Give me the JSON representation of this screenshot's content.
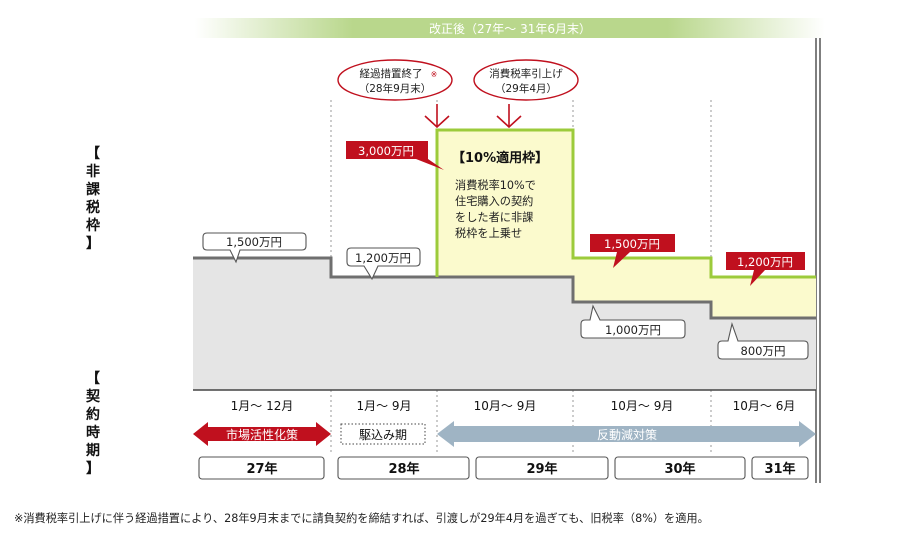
{
  "header_band": {
    "text": "改正後（27年〜 31年6月末）"
  },
  "left_labels": {
    "top": [
      "【",
      "非",
      "課",
      "税",
      "枠",
      "】"
    ],
    "bottom": [
      "【",
      "契",
      "約",
      "時",
      "期",
      "】"
    ]
  },
  "callouts": {
    "transition_end": {
      "line1": "経過措置終了",
      "note_mark": "※",
      "line2": "（28年9月末）"
    },
    "tax_increase": {
      "line1": "消費税率引上げ",
      "line2": "（29年4月）"
    }
  },
  "special_frame": {
    "title": "【10%適用枠】",
    "lines": [
      "消費税率10%で",
      "住宅購入の契約",
      "をした者に非課",
      "税枠を上乗せ"
    ]
  },
  "amounts": {
    "base_27": "1,500万円",
    "base_28": "1,200万円",
    "special_29": "3,000万円",
    "special_30": "1,500万円",
    "special_31": "1,200万円",
    "base_30": "1,000万円",
    "base_31": "800万円"
  },
  "periods": [
    "1月〜 12月",
    "1月〜 9月",
    "10月〜 9月",
    "10月〜 9月",
    "10月〜 6月"
  ],
  "measures": {
    "market": "市場活性化策",
    "rush": "駆込み期",
    "counter": "反動減対策"
  },
  "years": [
    "27年",
    "28年",
    "29年",
    "30年",
    "31年"
  ],
  "footnote": "※消費税率引上げに伴う経過措置により、28年9月末までに請負契約を締結すれば、引渡しが29年4月を過ぎても、旧税率（8%）を適用。",
  "colors": {
    "accent_red": "#c0101e",
    "green": "#9ccb3b",
    "light_yellow": "#fbfacd",
    "gray_fill": "#e5e5e5",
    "arrow_blue": "#9fb4c4"
  }
}
